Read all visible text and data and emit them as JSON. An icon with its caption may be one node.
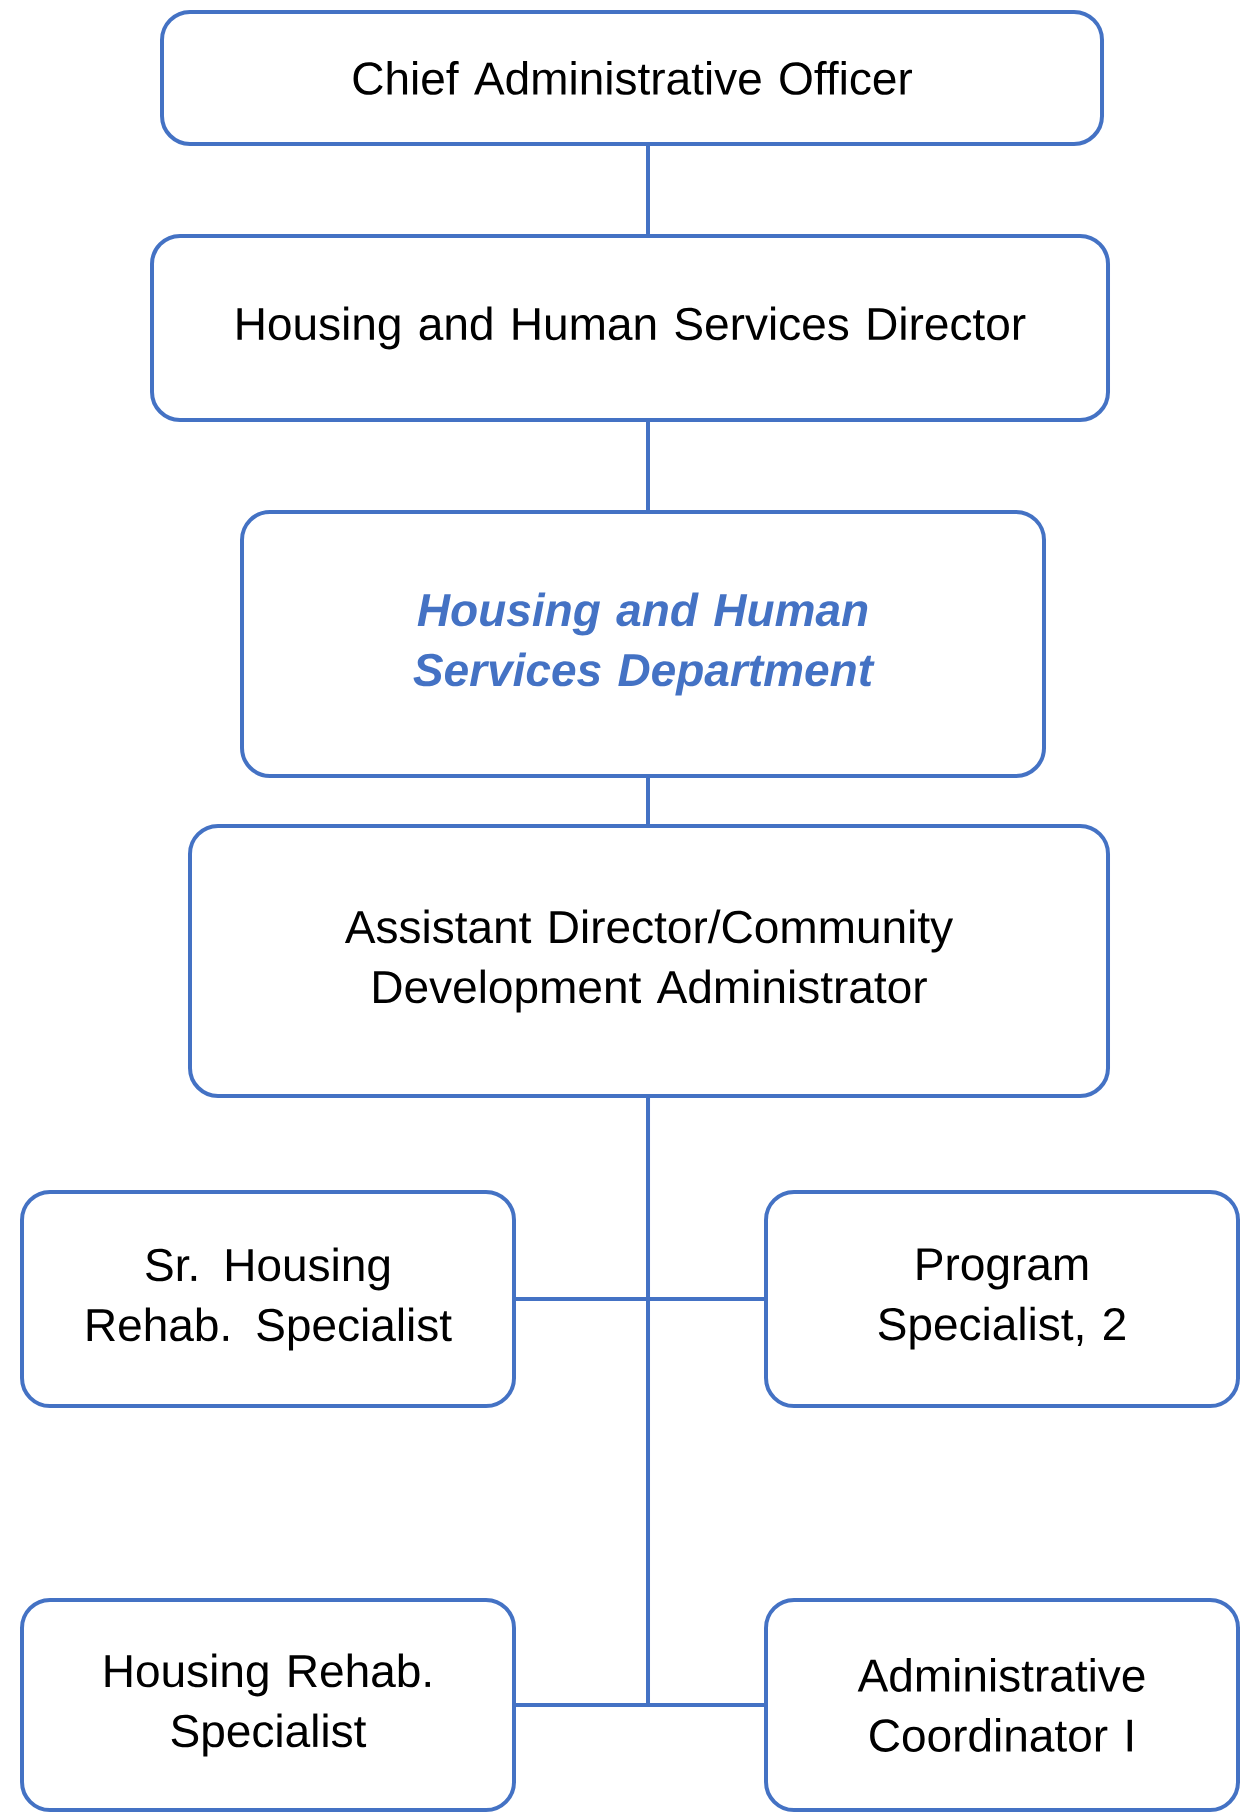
{
  "diagram": {
    "nodes": [
      {
        "text": [
          "Chief Administrative Officer"
        ]
      },
      {
        "text": [
          "Housing and Human Services Director"
        ]
      },
      {
        "text": [
          "Housing and Human Services Department"
        ]
      },
      {
        "text": [
          "Assistant Director/Community Development Administrator"
        ]
      },
      {
        "text": [
          "Sr. Housing Rehab. Specialist"
        ]
      },
      {
        "text": [
          "Program Specialist, 2"
        ]
      },
      {
        "text": [
          "Housing Rehab. Specialist"
        ]
      },
      {
        "text": [
          "Administrative Coordinator I"
        ]
      }
    ],
    "edges": [
      {
        "from": 0,
        "to": 1,
        "arrow": "none"
      },
      {
        "from": 1,
        "to": 2,
        "arrow": "none"
      },
      {
        "from": 2,
        "to": 3,
        "arrow": "none"
      },
      {
        "from": 3,
        "to": 4,
        "arrow": "none"
      },
      {
        "from": 3,
        "to": 5,
        "arrow": "none"
      },
      {
        "from": 3,
        "to": 6,
        "arrow": "none"
      },
      {
        "from": 3,
        "to": 7,
        "arrow": "none"
      }
    ]
  }
}
